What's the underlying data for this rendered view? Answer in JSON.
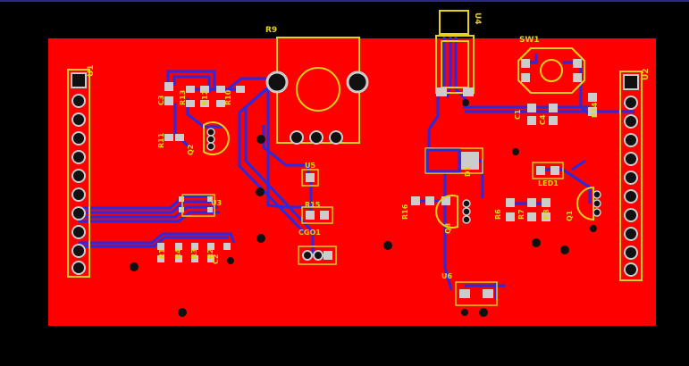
{
  "colors": {
    "background": "#000000",
    "copper": "#ff0000",
    "trace": "#2222dd",
    "silkscreen": "#e6d21a",
    "pad": "#d0d0d0",
    "via": "#111111"
  },
  "labels": {
    "u1": "U1",
    "u2": "U2",
    "u3": "U3",
    "u4": "U4",
    "u5": "U5",
    "u6": "U6",
    "r9": "R9",
    "sw1": "SW1",
    "c1": "C1",
    "c3": "C3",
    "c4": "C4",
    "r1": "R1",
    "r2": "R2",
    "r3": "R3",
    "r4": "R4",
    "r6": "R6",
    "r7": "R7",
    "r8": "R8",
    "r10": "R10",
    "r11": "R11",
    "r12": "R12",
    "r13": "R13",
    "r14": "R14",
    "r15": "R15",
    "r16": "R16",
    "q1": "Q1",
    "q2": "Q2",
    "q3": "Q3",
    "d1": "D1",
    "led1": "LED1",
    "c2": "C2",
    "cgo1": "CGO1"
  }
}
